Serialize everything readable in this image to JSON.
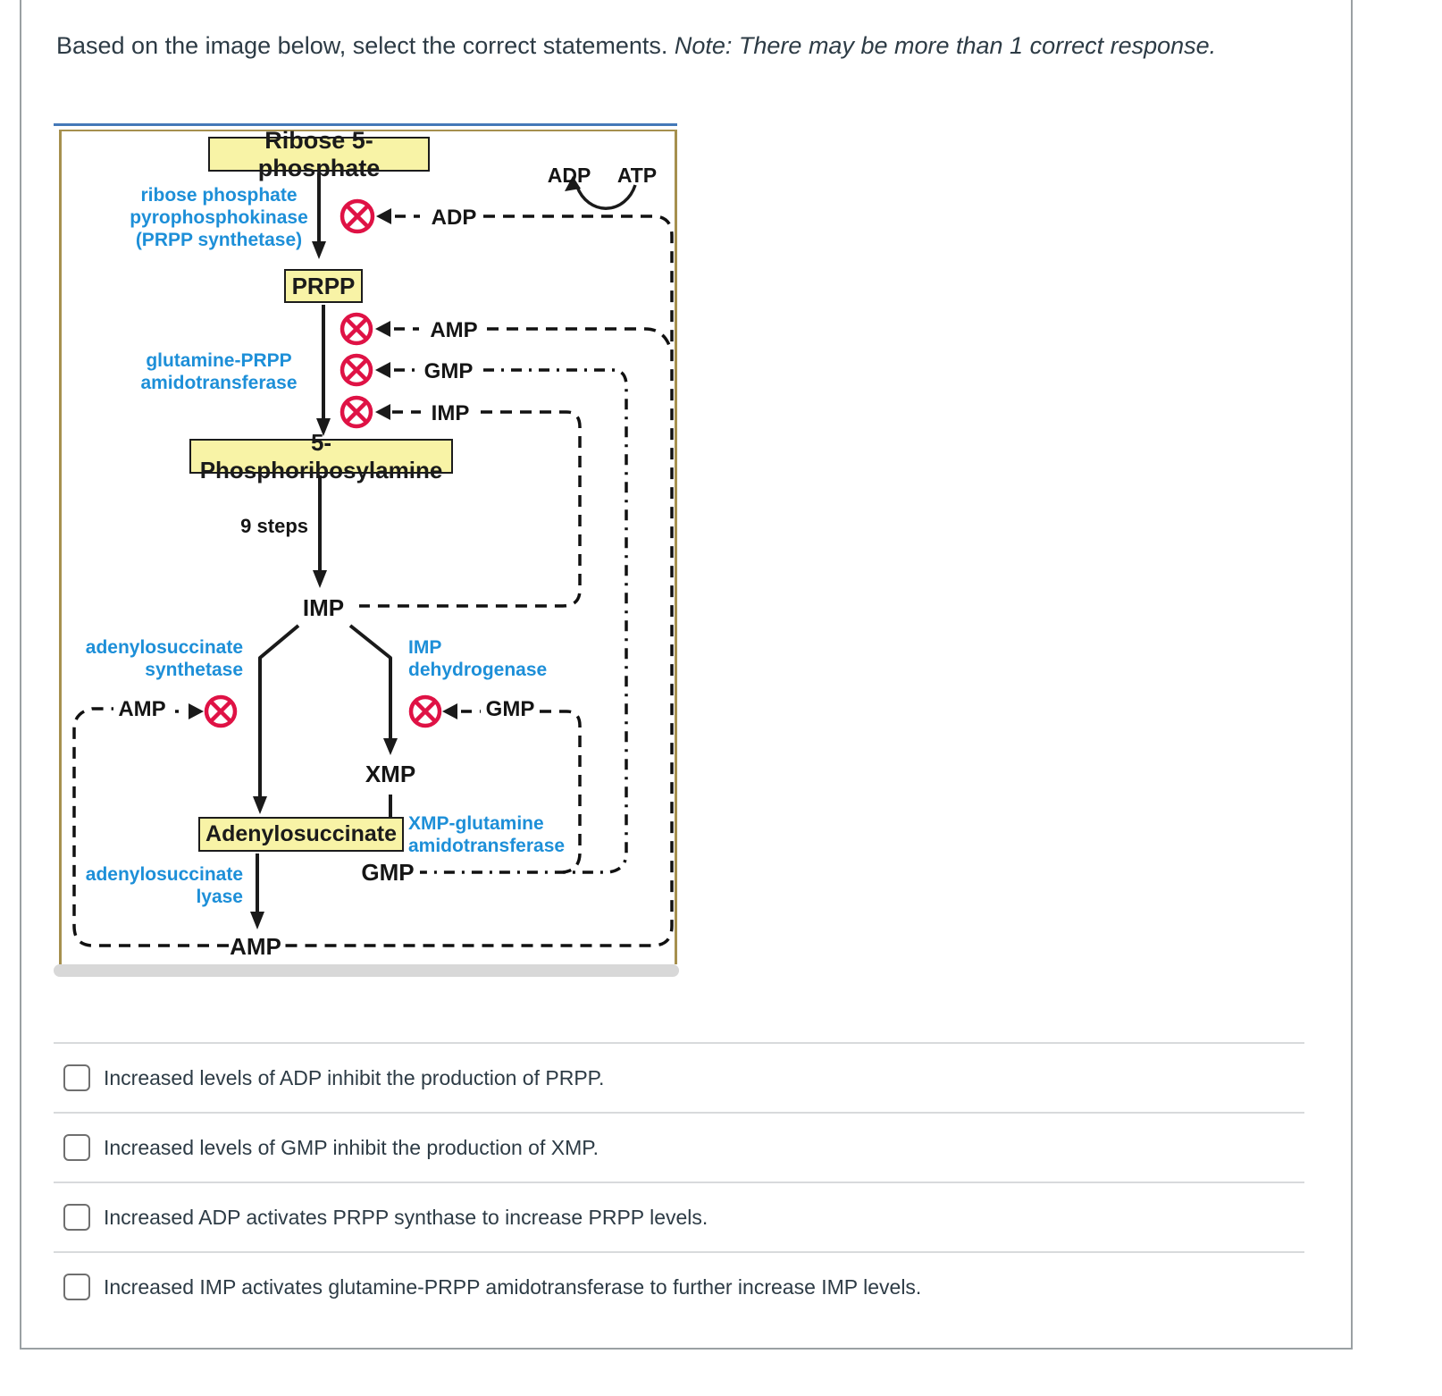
{
  "question": {
    "text_regular": "Based on the image below, select the correct statements. ",
    "text_italic": "Note: There may be more than 1 correct response."
  },
  "diagram": {
    "boxes": {
      "ribose5p": "Ribose 5-phosphate",
      "prpp": "PRPP",
      "phosphoribosylamine": "5-Phosphoribosylamine",
      "adenylosuccinate": "Adenylosuccinate"
    },
    "enzymes": {
      "prpp_synthetase": "ribose phosphate\npyrophosphokinase\n(PRPP synthetase)",
      "glutamine_prpp_amidotransferase": "glutamine-PRPP\namidotransferase",
      "adenylosuccinate_synthetase": "adenylosuccinate\nsynthetase",
      "imp_dehydrogenase": "IMP\ndehydrogenase",
      "xmp_glutamine_amidotransferase": "XMP-glutamine\namidotransferase",
      "adenylosuccinate_lyase": "adenylosuccinate\nlyase"
    },
    "labels": {
      "adp_cycle": "ADP",
      "atp_cycle": "ATP",
      "adp_inhibitor": "ADP",
      "amp_inhibitor": "AMP",
      "gmp_inhibitor": "GMP",
      "imp_inhibitor": "IMP",
      "steps": "9 steps",
      "imp_mid": "IMP",
      "xmp": "XMP",
      "gmp_bottom": "GMP",
      "amp_bottom": "AMP",
      "amp_left": "AMP",
      "gmp_right": "GMP"
    },
    "colors": {
      "box_fill": "#f8f3a6",
      "enzyme_blue": "#1d8fd8",
      "inhibit_red": "#df1245",
      "border_tan": "#a6904e",
      "top_line_blue": "#4479b8"
    }
  },
  "options": [
    {
      "label": "Increased levels of ADP inhibit the production of PRPP."
    },
    {
      "label": "Increased levels of GMP inhibit the production of XMP."
    },
    {
      "label": "Increased ADP activates PRPP synthase to increase PRPP levels."
    },
    {
      "label": "Increased IMP activates glutamine-PRPP amidotransferase to further increase IMP levels."
    }
  ]
}
